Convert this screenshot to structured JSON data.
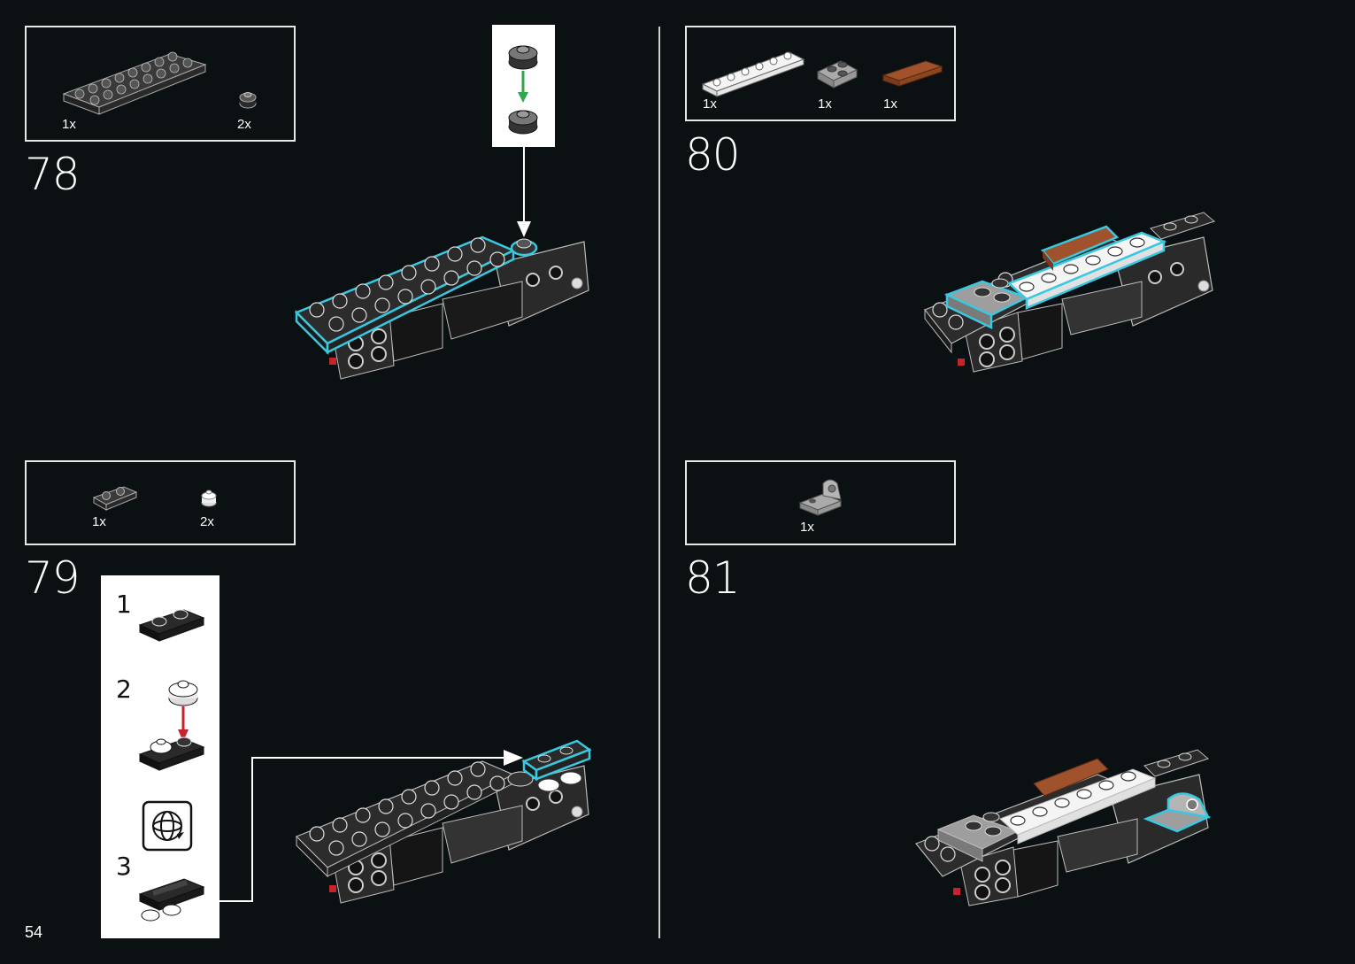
{
  "page_number": "54",
  "steps": [
    {
      "number": "78",
      "parts": [
        {
          "name": "plate-2x8",
          "qty": "1x"
        },
        {
          "name": "round-plate-1x1",
          "qty": "2x"
        }
      ]
    },
    {
      "number": "79",
      "parts": [
        {
          "name": "plate-1x2",
          "qty": "1x"
        },
        {
          "name": "round-plate-1x1-white",
          "qty": "2x"
        }
      ],
      "substeps": [
        "1",
        "2",
        "3"
      ]
    },
    {
      "number": "80",
      "parts": [
        {
          "name": "plate-1x6-white",
          "qty": "1x"
        },
        {
          "name": "plate-2x2-grey",
          "qty": "1x"
        },
        {
          "name": "tile-1x4-brown",
          "qty": "1x"
        }
      ]
    },
    {
      "number": "81",
      "parts": [
        {
          "name": "bracket-grey",
          "qty": "1x"
        }
      ]
    }
  ],
  "colors": {
    "background": "#0b1012",
    "highlight": "#38c8e0",
    "arrow_green": "#2ea84a",
    "arrow_red": "#c8222a",
    "brown": "#a0522d"
  }
}
